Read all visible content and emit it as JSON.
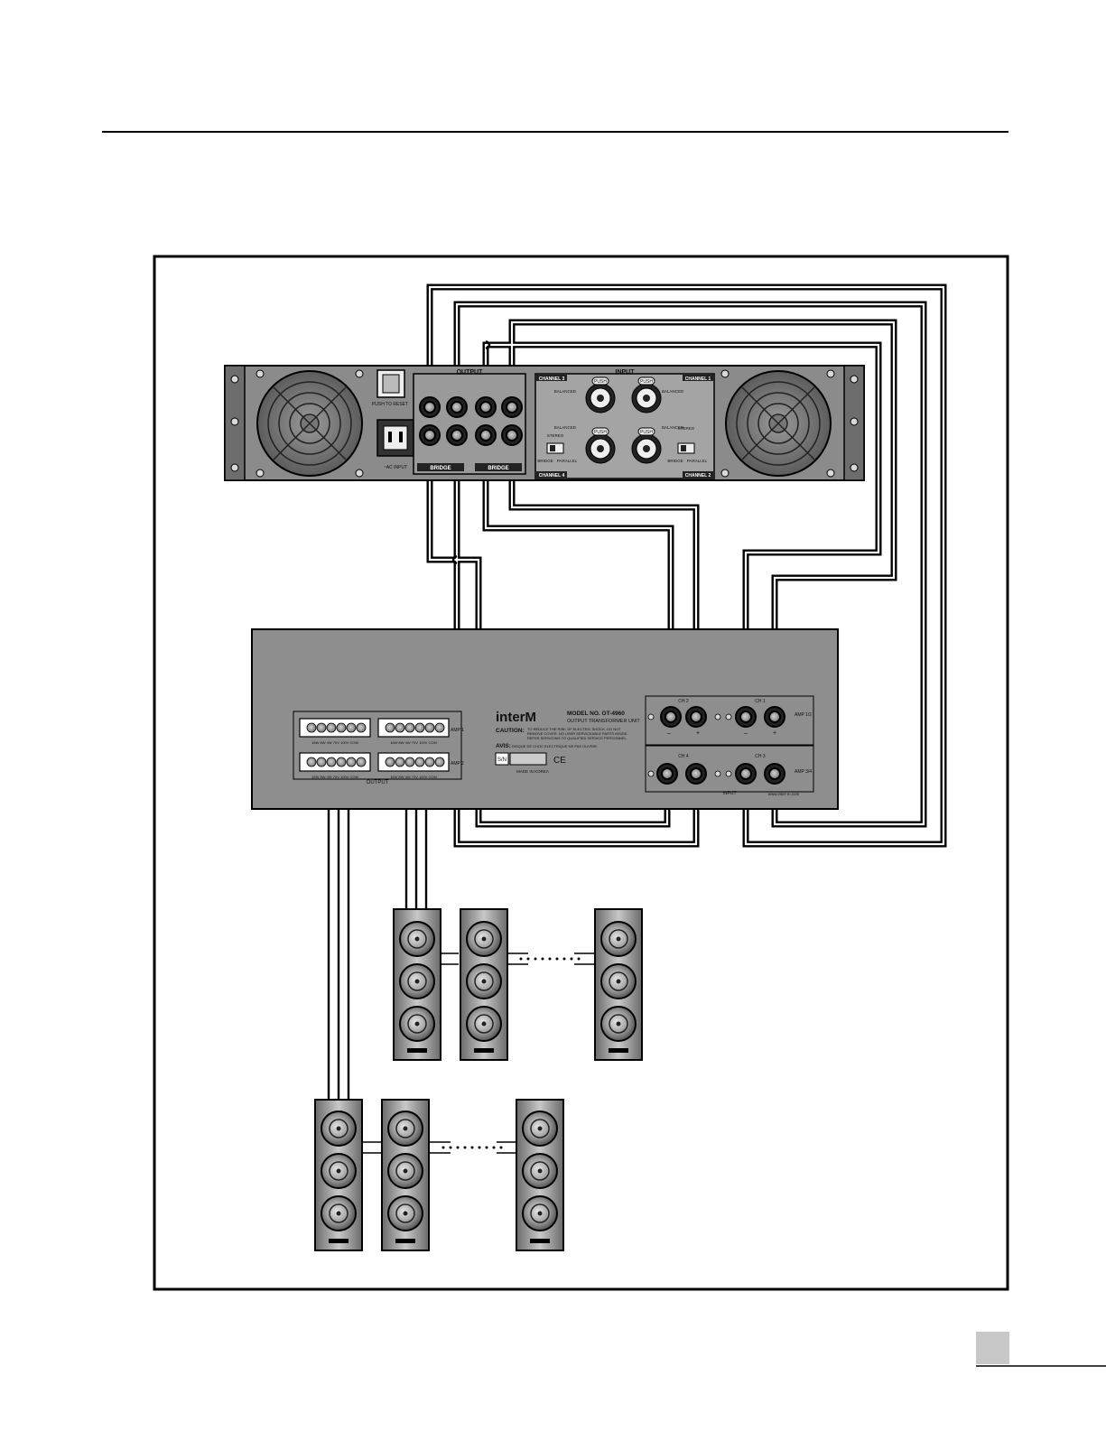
{
  "amplifier": {
    "output_label": "OUTPUT",
    "input_label": "INPUT",
    "channel_3": "CHANNEL 3",
    "channel_1": "CHANNEL 1",
    "channel_4": "CHANNEL 4",
    "channel_2": "CHANNEL 2",
    "push": "PUSH",
    "balanced": "BALANCED",
    "stereo": "STEREO",
    "bridge": "BRIDGE",
    "parallel": "PARALLEL",
    "power_switch_label": "PUSH TO RESET",
    "ac_input_label": "~AC INPUT",
    "bridge_left": "BRIDGE",
    "bridge_right": "BRIDGE"
  },
  "transformer": {
    "logo": "interM",
    "model": "MODEL NO. OT-4960",
    "subtitle": "OUTPUT TRANSFORMER UNIT",
    "caution_title": "CAUTION:",
    "caution_text": "TO REDUCE THE RISK OF ELECTRIC SHOCK, DO NOT REMOVE COVER. NO USER SERVICEABLE PARTS INSIDE. REFER SERVICING TO QUALIFIED SERVICE PERSONNEL.",
    "avis_title": "AVIS:",
    "avis_text": "RISQUE DE CHOC ELECTRIQUE NE PAS OUVRIR.",
    "sn": "S/N",
    "ce": "CE",
    "made_in": "MADE IN KOREA",
    "ch1": "CH 1",
    "ch2": "CH 2",
    "ch3": "CH 3",
    "ch4": "CH 4",
    "amp_12": "AMP 1/2",
    "amp_34": "AMP 3/4",
    "minus": "–",
    "plus": "+",
    "input_label": "INPUT",
    "output_label": "OUTPUT",
    "website": "www.inter-m.com",
    "terminal_labels": "16W 8W 4W 70V 100V COM",
    "amp1": "AMP 1",
    "amp2": "AMP 2"
  },
  "page": {
    "page_number": ""
  }
}
